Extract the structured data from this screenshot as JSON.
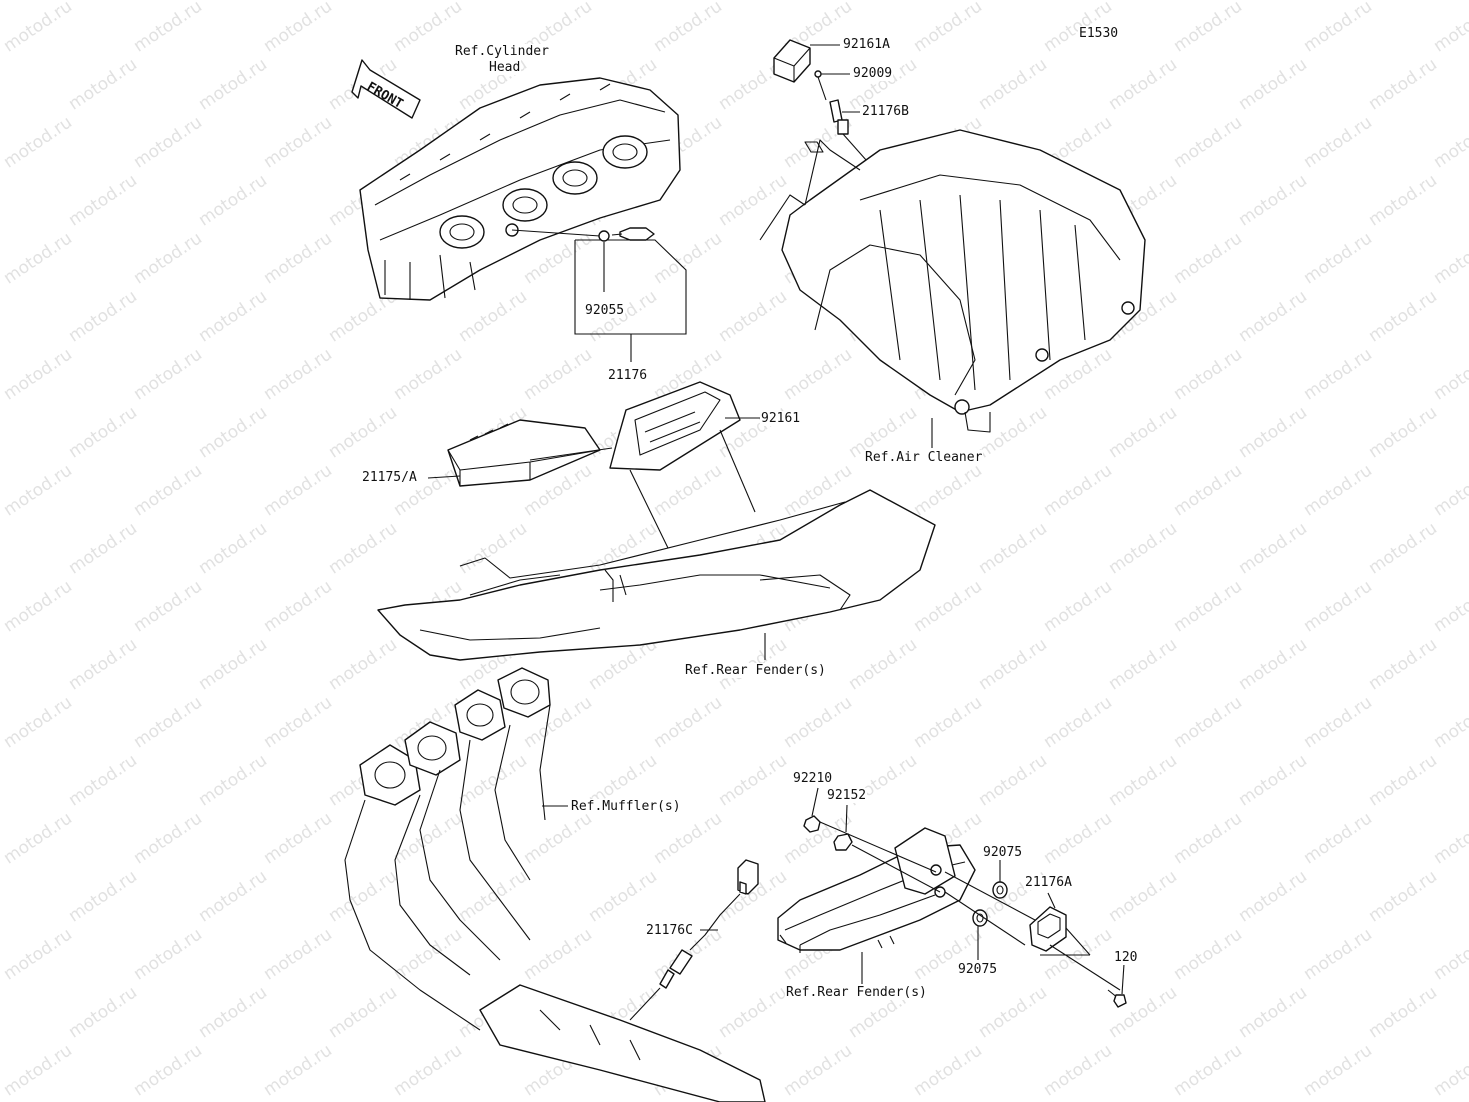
{
  "diagram_code": "E1530",
  "front_arrow_label": "FRONT",
  "watermark_text": "motod.ru",
  "labels": {
    "ref_cylinder_head_line1": "Ref.Cylinder",
    "ref_cylinder_head_line2": "Head",
    "p92161A": "92161A",
    "p92009": "92009",
    "p21176B": "21176B",
    "p92055": "92055",
    "p21176": "21176",
    "p92161": "92161",
    "p21175A": "21175/A",
    "ref_air_cleaner": "Ref.Air Cleaner",
    "ref_rear_fender_1": "Ref.Rear Fender(s)",
    "ref_muffler": "Ref.Muffler(s)",
    "p92210": "92210",
    "p92152": "92152",
    "p92075_top": "92075",
    "p21176A": "21176A",
    "p21176C": "21176C",
    "p92075_bottom": "92075",
    "p120": "120",
    "ref_rear_fender_2": "Ref.Rear Fender(s)"
  }
}
